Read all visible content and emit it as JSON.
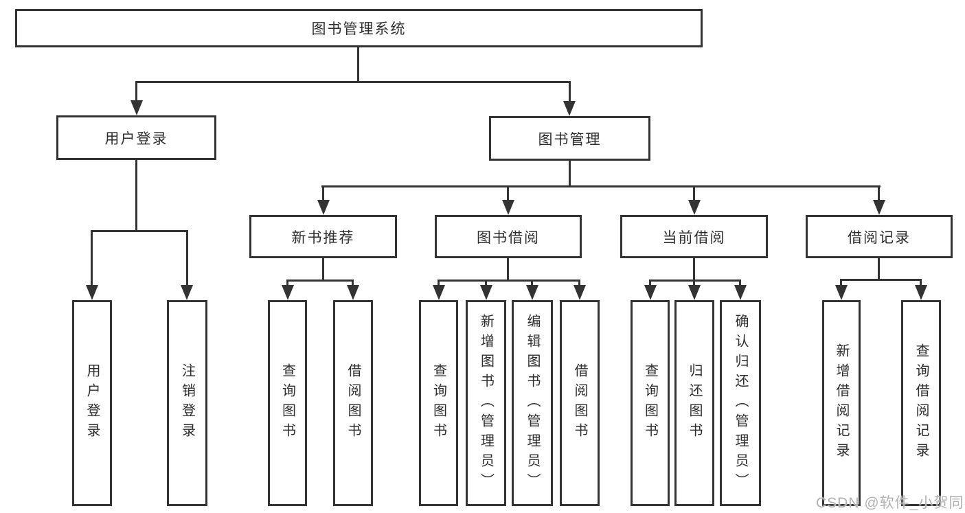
{
  "tree": {
    "label": "图书管理系统",
    "children": [
      {
        "label": "用户登录",
        "children": [
          {
            "label": "用户登录"
          },
          {
            "label": "注销登录"
          }
        ]
      },
      {
        "label": "图书管理",
        "children": [
          {
            "label": "新书推荐",
            "children": [
              {
                "label": "查询图书"
              },
              {
                "label": "借阅图书"
              }
            ]
          },
          {
            "label": "图书借阅",
            "children": [
              {
                "label": "查询图书"
              },
              {
                "label": "新增图书（管理员）"
              },
              {
                "label": "编辑图书（管理员）"
              },
              {
                "label": "借阅图书"
              }
            ]
          },
          {
            "label": "当前借阅",
            "children": [
              {
                "label": "查询图书"
              },
              {
                "label": "归还图书"
              },
              {
                "label": "确认归还（管理员）"
              }
            ]
          },
          {
            "label": "借阅记录",
            "children": [
              {
                "label": "新增借阅记录"
              },
              {
                "label": "查询借阅记录"
              }
            ]
          }
        ]
      }
    ]
  },
  "watermark": {
    "text": "CSDN @软件_小贺同学"
  },
  "colors": {
    "line": "#333333",
    "text": "#2d2d2d",
    "box_bg": "#ffffff",
    "watermark": "#b2b2b2",
    "page_bg": "#ffffff"
  }
}
